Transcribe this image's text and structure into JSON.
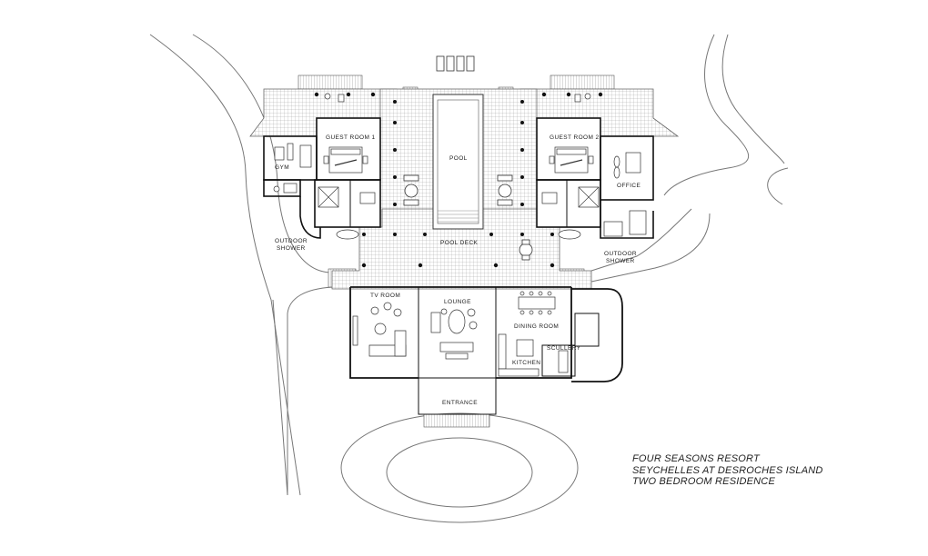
{
  "labels": {
    "pool": "POOL",
    "pool_deck": "POOL DECK",
    "guest_room_1": "GUEST ROOM 1",
    "guest_room_2": "GUEST ROOM 2",
    "gym": "GYM",
    "office": "OFFICE",
    "outdoor_shower_left_1": "OUTDOOR",
    "outdoor_shower_left_2": "SHOWER",
    "outdoor_shower_right_1": "OUTDOOR",
    "outdoor_shower_right_2": "SHOWER",
    "tv_room": "TV ROOM",
    "lounge": "LOUNGE",
    "dining_room": "DINING ROOM",
    "scullery": "SCULLERY",
    "kitchen": "KITCHEN",
    "entrance": "ENTRANCE"
  },
  "caption": {
    "line1": "FOUR SEASONS RESORT",
    "line2": "SEYCHELLES AT DESROCHES ISLAND",
    "line3": "TWO BEDROOM RESIDENCE"
  }
}
